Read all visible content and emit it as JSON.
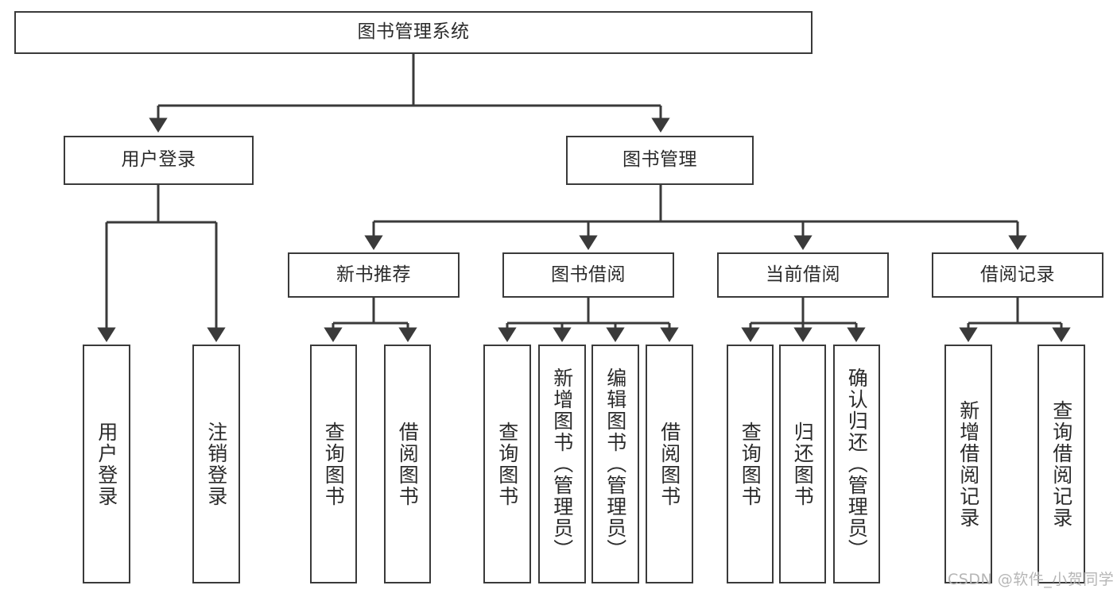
{
  "diagram": {
    "title": "图书管理系统",
    "type": "hierarchy-tree",
    "colors": {
      "background": "#ffffff",
      "border": "#3a3a3a",
      "text": "#2b2b2b",
      "edge": "#3a3a3a",
      "watermark": "#b6b6b6"
    },
    "levels": {
      "level1": [
        {
          "id": "root",
          "label": "图书管理系统"
        }
      ],
      "level2": [
        {
          "id": "user_login",
          "label": "用户登录"
        },
        {
          "id": "book_mgmt",
          "label": "图书管理"
        }
      ],
      "level3": [
        {
          "id": "new_book_rec",
          "label": "新书推荐"
        },
        {
          "id": "book_borrow",
          "label": "图书借阅"
        },
        {
          "id": "current_borrow",
          "label": "当前借阅"
        },
        {
          "id": "borrow_record",
          "label": "借阅记录"
        }
      ],
      "level4": [
        {
          "id": "leaf_user_login",
          "parent": "user_login",
          "label": "用户登录"
        },
        {
          "id": "leaf_logout",
          "parent": "user_login",
          "label": "注销登录"
        },
        {
          "id": "leaf_query_books_1",
          "parent": "new_book_rec",
          "label": "查询图书"
        },
        {
          "id": "leaf_borrow_books_1",
          "parent": "new_book_rec",
          "label": "借阅图书"
        },
        {
          "id": "leaf_query_books_2",
          "parent": "book_borrow",
          "label": "查询图书"
        },
        {
          "id": "leaf_add_book",
          "parent": "book_borrow",
          "label": "新增图书（管理员）"
        },
        {
          "id": "leaf_edit_book",
          "parent": "book_borrow",
          "label": "编辑图书（管理员）"
        },
        {
          "id": "leaf_borrow_books_2",
          "parent": "book_borrow",
          "label": "借阅图书"
        },
        {
          "id": "leaf_query_books_3",
          "parent": "current_borrow",
          "label": "查询图书"
        },
        {
          "id": "leaf_return_book",
          "parent": "current_borrow",
          "label": "归还图书"
        },
        {
          "id": "leaf_confirm_return",
          "parent": "current_borrow",
          "label": "确认归还（管理员）"
        },
        {
          "id": "leaf_add_record",
          "parent": "borrow_record",
          "label": "新增借阅记录"
        },
        {
          "id": "leaf_query_record",
          "parent": "borrow_record",
          "label": "查询借阅记录"
        }
      ]
    },
    "watermark": "CSDN @软件_小贺同学"
  }
}
